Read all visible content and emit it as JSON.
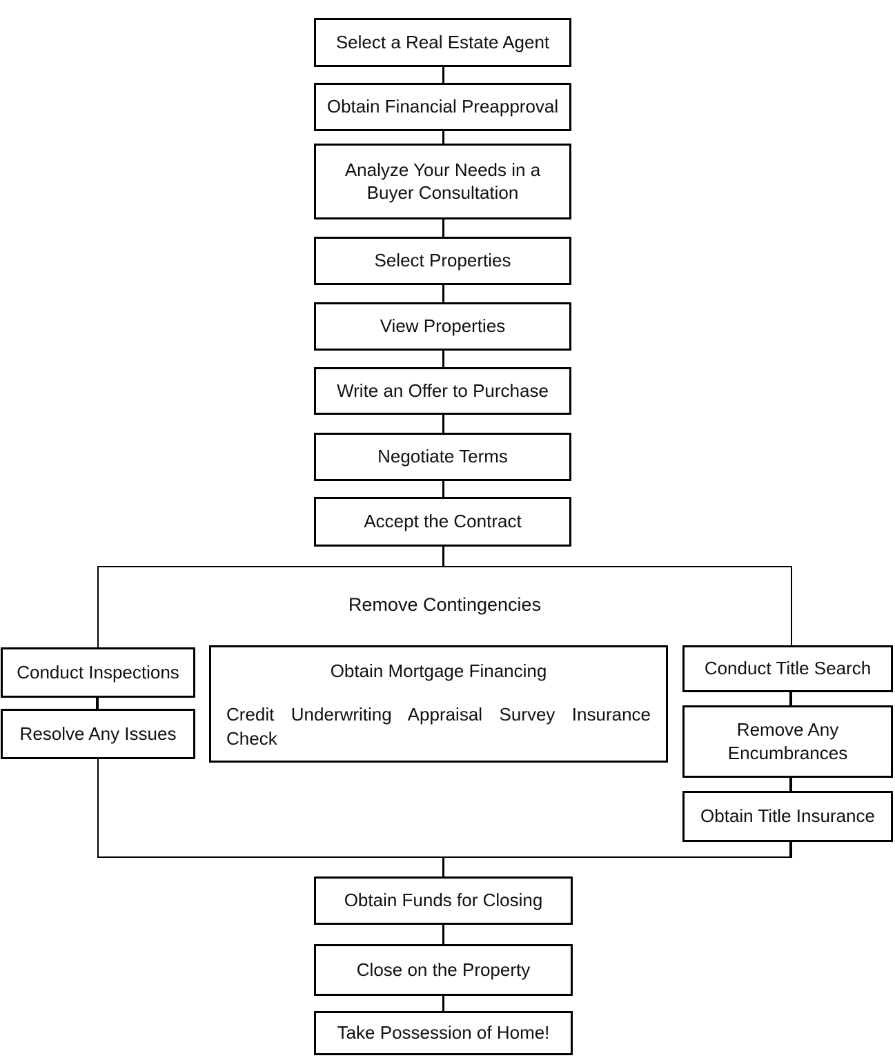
{
  "flowchart": {
    "top_steps": [
      "Select a Real Estate Agent",
      "Obtain Financial Preapproval",
      "Analyze Your Needs in a Buyer Consultation",
      "Select Properties",
      "View Properties",
      "Write an Offer to Purchase",
      "Negotiate Terms",
      "Accept the Contract"
    ],
    "contingencies": {
      "title": "Remove Contingencies",
      "inspection_branch": [
        "Conduct Inspections",
        "Resolve Any Issues"
      ],
      "financing": {
        "title": "Obtain Mortgage Financing",
        "detail": "Credit Underwriting Appraisal Survey Insurance Check"
      },
      "title_branch": [
        "Conduct Title Search",
        "Remove Any Encumbrances",
        "Obtain Title Insurance"
      ]
    },
    "bottom_steps": [
      "Obtain Funds for Closing",
      "Close on the Property",
      "Take Possession of Home!"
    ]
  },
  "colors": {
    "line": "#000000",
    "text": "#111111",
    "background": "#ffffff"
  }
}
